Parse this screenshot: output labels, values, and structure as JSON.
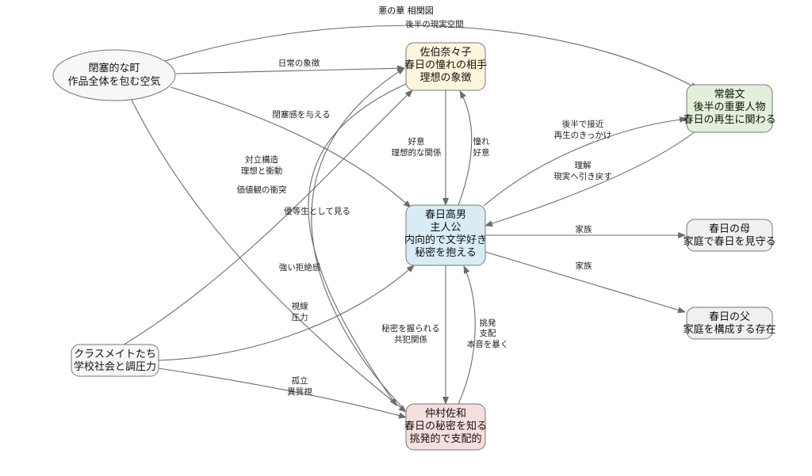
{
  "title": "悪の華 相関図",
  "nodes": {
    "town": [
      "閉塞的な町",
      "作品全体を包む空気"
    ],
    "saeki": [
      "佐伯奈々子",
      "春日の憧れの相手",
      "理想の象徴"
    ],
    "tokiwa": [
      "常磐文",
      "後半の重要人物",
      "春日の再生に関わる"
    ],
    "kasuga": [
      "春日高男",
      "主人公",
      "内向的で文学好き",
      "秘密を抱える"
    ],
    "mother": [
      "春日の母",
      "家庭で春日を見守る"
    ],
    "father": [
      "春日の父",
      "家庭を構成する存在"
    ],
    "classmates": [
      "クラスメイトたち",
      "学校社会と調圧力"
    ],
    "nakamura": [
      "仲村佐和",
      "春日の秘密を知る",
      "挑発的で支配的"
    ]
  },
  "edges": {
    "town_tokiwa": [
      "後半の現実空間"
    ],
    "town_saeki": [
      "日常の象徴"
    ],
    "town_kasuga": [
      "閉塞感を与える"
    ],
    "town_nakamura": [
      "強い拒絶感"
    ],
    "saeki_kasuga": [
      "好意",
      "理想的な関係"
    ],
    "kasuga_saeki": [
      "憧れ",
      "好意"
    ],
    "kasuga_tokiwa": [
      "後半で接近",
      "再生のきっかけ"
    ],
    "tokiwa_kasuga": [
      "理解",
      "現実へ引き戻す"
    ],
    "kasuga_mother": [
      "家族"
    ],
    "kasuga_father": [
      "家族"
    ],
    "kasuga_nakamura": [
      "秘密を握られる",
      "共犯関係"
    ],
    "nakamura_kasuga": [
      "挑発",
      "支配",
      "本音を暴く"
    ],
    "classmates_kasuga": [
      "視線",
      "圧力"
    ],
    "classmates_nakamura": [
      "孤立",
      "異質視"
    ],
    "classmates_saeki": [
      "優等生として見る"
    ],
    "saeki_nakamura": [
      "対立構造",
      "理想と衝動"
    ],
    "nakamura_saeki": [
      "価値観の衝突"
    ]
  },
  "colors": {
    "town": "#f7f7f7",
    "saeki": "#fdf6dc",
    "tokiwa": "#e2f0d9",
    "kasuga": "#d9ecf6",
    "mother": "#f0f0f0",
    "father": "#f0f0f0",
    "classmates": "#f7f7f7",
    "nakamura": "#f5dede"
  }
}
